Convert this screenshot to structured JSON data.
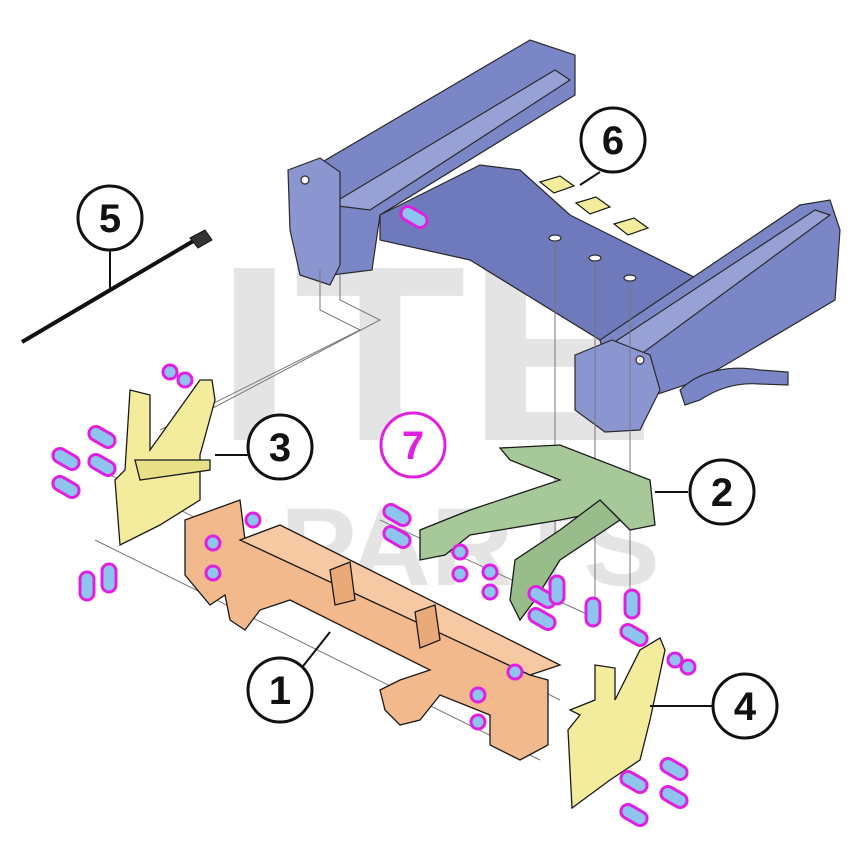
{
  "diagram": {
    "watermark": {
      "main": "ITE",
      "sub": "PARTS"
    },
    "callouts": [
      {
        "id": "1",
        "label": "1"
      },
      {
        "id": "2",
        "label": "2"
      },
      {
        "id": "3",
        "label": "3"
      },
      {
        "id": "4",
        "label": "4"
      },
      {
        "id": "5",
        "label": "5"
      },
      {
        "id": "6",
        "label": "6"
      },
      {
        "id": "7",
        "label": "7"
      }
    ]
  },
  "colors": {
    "vehicle_frame": "#7b86c6",
    "main_crossbar": "#f2b98c",
    "bracket_center": "#a7c99a",
    "bracket_side": "#f2ec9c",
    "fastener_highlight": "#e020e0",
    "bolt": "#8fc4ee",
    "watermark": "#d9d9d9",
    "outline": "#1a1a1a"
  }
}
